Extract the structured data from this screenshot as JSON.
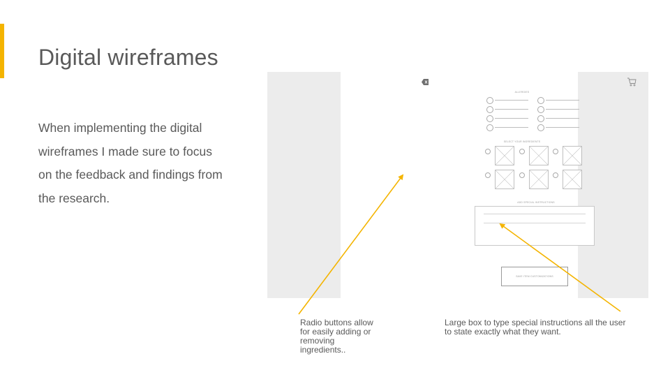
{
  "slide": {
    "title": "Digital wireframes",
    "body": "When implementing the digital wireframes I made sure to focus on the feedback and findings from the research.",
    "accent_color": "#f4b400"
  },
  "wireframe": {
    "back_icon": "close-tag-icon",
    "cart_icon": "shopping-cart-icon",
    "allergies_label": "ALLERGIES",
    "ingredients_label": "SELECT YOUR INGREDIENTS",
    "instructions_label": "ADD SPECIAL INSTRUCTIONS",
    "save_button_label": "SAVE ITEM CUSTOMIZATIONS",
    "ingredient_image_icon": "image-placeholder-icon"
  },
  "annotations": {
    "radio_buttons": "Radio buttons allow for easily adding or removing ingredients..",
    "instructions_box": "Large box to type special instructions all the user to state exactly what they want."
  }
}
